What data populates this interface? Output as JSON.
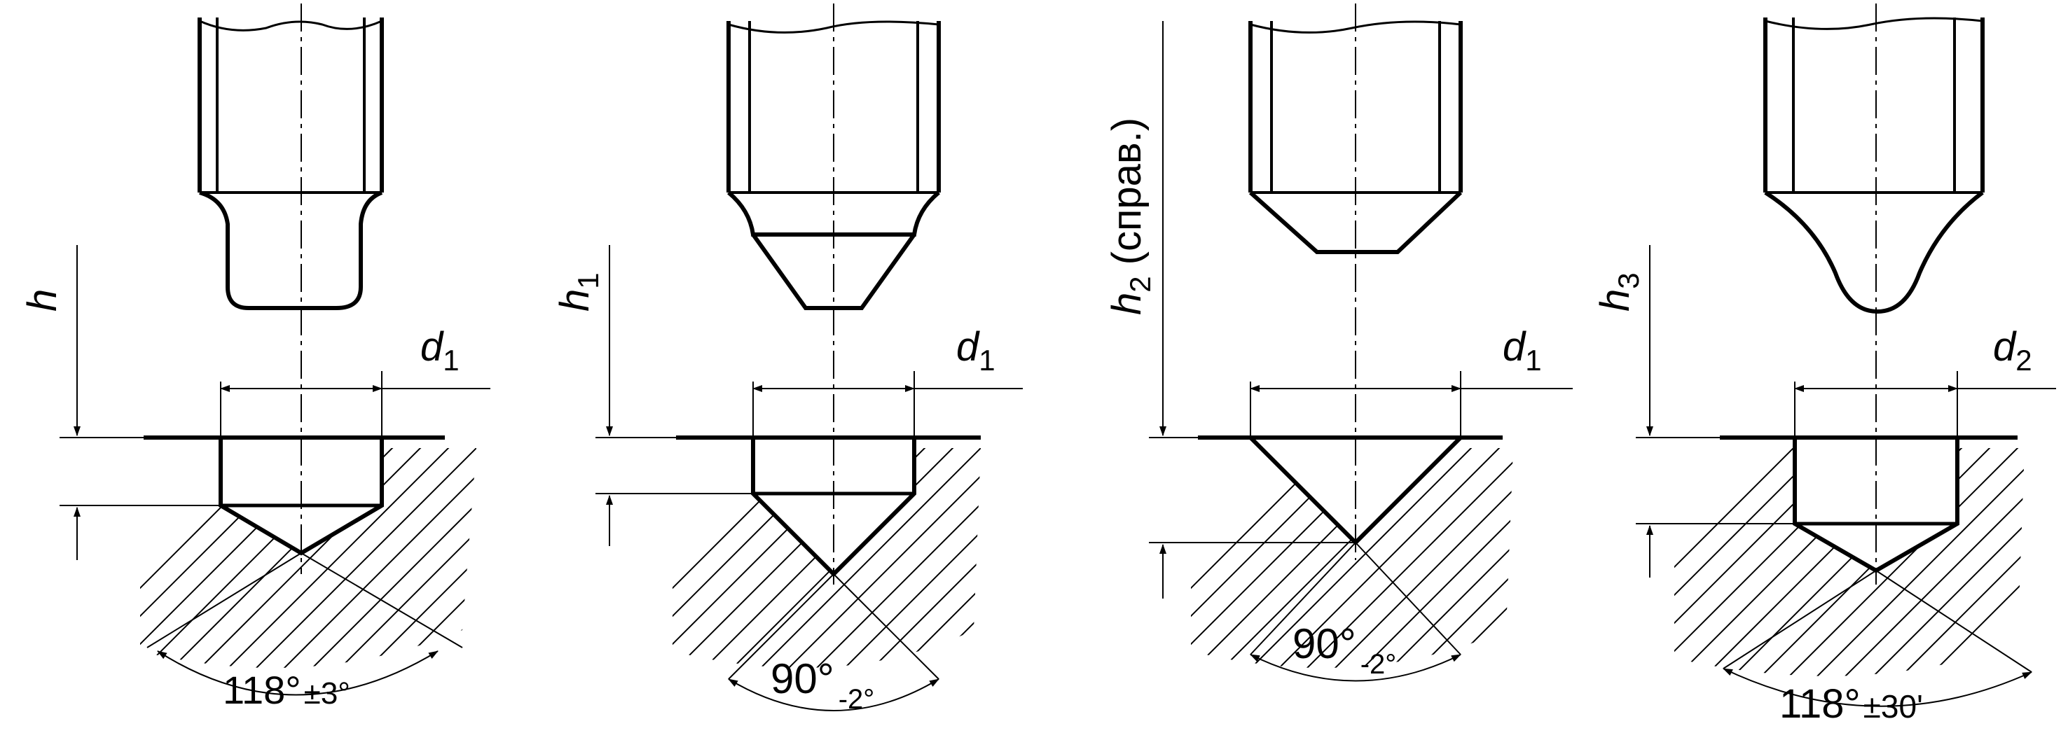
{
  "colors": {
    "ink": "#000000",
    "background": "#ffffff"
  },
  "views": [
    {
      "id": "view-1",
      "depth_label": "h",
      "depth_sub": "",
      "diameter_label": "d",
      "diameter_sub": "1",
      "angle_label": "118°",
      "angle_tol": "±3°"
    },
    {
      "id": "view-2",
      "depth_label": "h",
      "depth_sub": "1",
      "diameter_label": "d",
      "diameter_sub": "1",
      "angle_label": "90°",
      "angle_tol": "-2°"
    },
    {
      "id": "view-3",
      "depth_label": "h",
      "depth_sub": "2",
      "depth_note": "(справ.)",
      "diameter_label": "d",
      "diameter_sub": "1",
      "angle_label": "90°",
      "angle_tol": "-2°"
    },
    {
      "id": "view-4",
      "depth_label": "h",
      "depth_sub": "3",
      "diameter_label": "d",
      "diameter_sub": "2",
      "angle_label": "118°",
      "angle_tol": "±30'"
    }
  ]
}
